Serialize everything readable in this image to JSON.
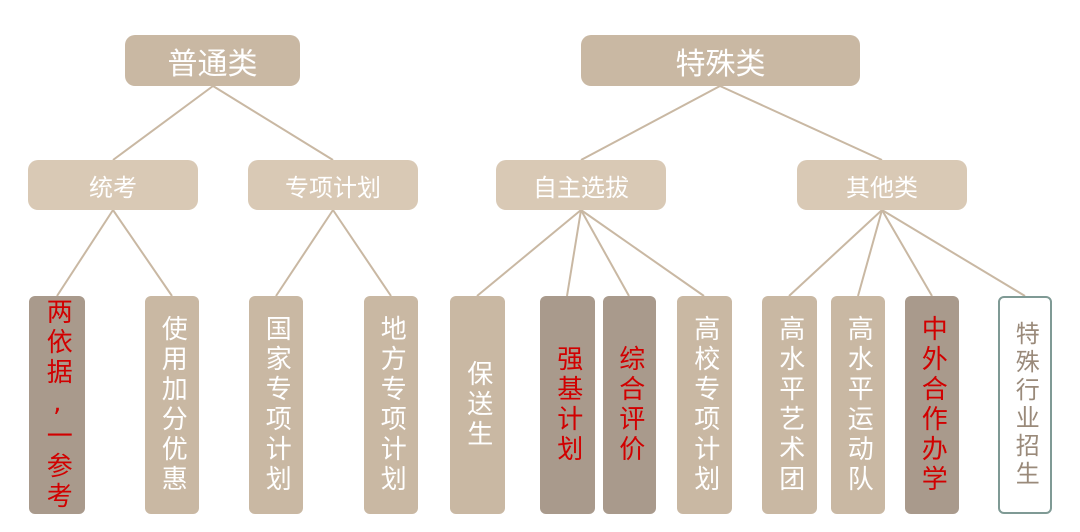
{
  "root_categories": {
    "general": "普通类",
    "special": "特殊类"
  },
  "subcategories": {
    "unified_exam": "统考",
    "special_plan": "专项计划",
    "independent_selection": "自主选拔",
    "other": "其他类"
  },
  "leaves": {
    "two_basis_one_reference": "两依据,一参考",
    "bonus_preference": "使用加分优惠",
    "national_special_plan": "国家专项计划",
    "local_special_plan": "地方专项计划",
    "recommended_admission": "保送生",
    "strong_foundation_plan": "强基计划",
    "comprehensive_evaluation": "综合评价",
    "university_special_plan": "高校专项计划",
    "high_level_art_troupe": "高水平艺术团",
    "high_level_sports_team": "高水平运动队",
    "sino_foreign_cooperation": "中外合作办学",
    "special_industry_recruitment": "特殊行业招生"
  },
  "colors": {
    "box": "#c9b8a3",
    "box_light": "#d9c9b5",
    "box_dark": "#a99a8c",
    "highlight_text": "#d10000",
    "line": "#c9b8a3",
    "outline": "#7f9a95"
  }
}
